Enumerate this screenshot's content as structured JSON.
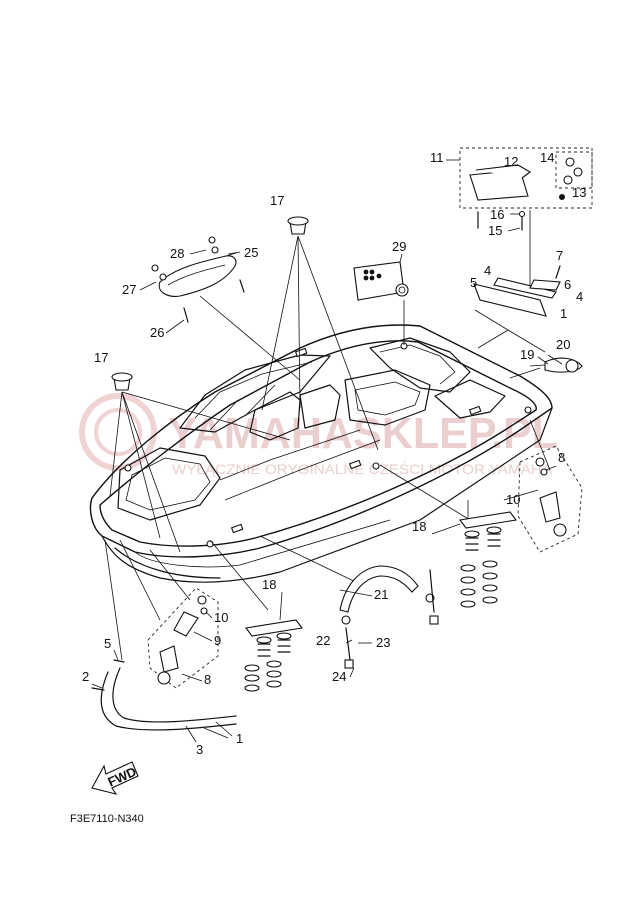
{
  "diagram_code": "F3E7110-N340",
  "fwd_label": "FWD",
  "watermark": {
    "line1": "YAMAHASKLEP.PL",
    "line2": "WYŁĄCZNIE ORYGINALNE CZĘŚCI MOTOR YAMAHA"
  },
  "callouts": [
    {
      "id": "c1",
      "text": "1"
    },
    {
      "id": "c1b",
      "text": "1"
    },
    {
      "id": "c2",
      "text": "2"
    },
    {
      "id": "c3",
      "text": "3"
    },
    {
      "id": "c4",
      "text": "4"
    },
    {
      "id": "c4b",
      "text": "4"
    },
    {
      "id": "c5",
      "text": "5"
    },
    {
      "id": "c5b",
      "text": "5"
    },
    {
      "id": "c6",
      "text": "6"
    },
    {
      "id": "c7",
      "text": "7"
    },
    {
      "id": "c8",
      "text": "8"
    },
    {
      "id": "c8b",
      "text": "8"
    },
    {
      "id": "c9",
      "text": "9"
    },
    {
      "id": "c10",
      "text": "10"
    },
    {
      "id": "c10b",
      "text": "10"
    },
    {
      "id": "c11",
      "text": "11"
    },
    {
      "id": "c12",
      "text": "12"
    },
    {
      "id": "c13",
      "text": "13"
    },
    {
      "id": "c14",
      "text": "14"
    },
    {
      "id": "c15",
      "text": "15"
    },
    {
      "id": "c16",
      "text": "16"
    },
    {
      "id": "c17",
      "text": "17"
    },
    {
      "id": "c17b",
      "text": "17"
    },
    {
      "id": "c18",
      "text": "18"
    },
    {
      "id": "c18b",
      "text": "18"
    },
    {
      "id": "c19",
      "text": "19"
    },
    {
      "id": "c20",
      "text": "20"
    },
    {
      "id": "c21",
      "text": "21"
    },
    {
      "id": "c22",
      "text": "22"
    },
    {
      "id": "c23",
      "text": "23"
    },
    {
      "id": "c24",
      "text": "24"
    },
    {
      "id": "c25",
      "text": "25"
    },
    {
      "id": "c26",
      "text": "26"
    },
    {
      "id": "c27",
      "text": "27"
    },
    {
      "id": "c28",
      "text": "28"
    },
    {
      "id": "c29",
      "text": "29"
    }
  ]
}
